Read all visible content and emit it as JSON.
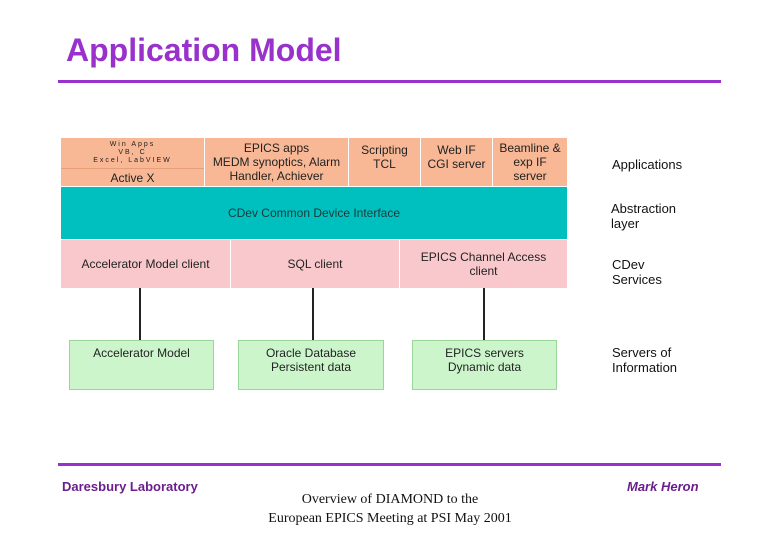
{
  "header": {
    "title": "Application Model"
  },
  "apps": {
    "winapps": {
      "line1": "Win Apps",
      "line2": "VB, C",
      "line3": "Excel, LabVIEW",
      "activex": "Active X"
    },
    "epics": {
      "line1": "EPICS apps",
      "line2": "MEDM synoptics, Alarm",
      "line3": "Handler, Achiever"
    },
    "scripting": {
      "line1": "Scripting",
      "line2": "TCL"
    },
    "webif": {
      "line1": "Web IF",
      "line2": "CGI server"
    },
    "beamline": {
      "line1": "Beamline &",
      "line2": "exp IF",
      "line3": "server"
    }
  },
  "abstraction": {
    "label": "CDev Common Device Interface"
  },
  "clients": {
    "accelerator": "Accelerator Model client",
    "sql": "SQL client",
    "channel_access": {
      "line1": "EPICS Channel Access",
      "line2": "client"
    }
  },
  "servers": {
    "accelerator_model": "Accelerator Model",
    "oracle": {
      "line1": "Oracle Database",
      "line2": "Persistent data"
    },
    "epics_servers": {
      "line1": "EPICS servers",
      "line2": "Dynamic data"
    }
  },
  "layers": {
    "applications": "Applications",
    "abstraction": {
      "line1": "Abstraction",
      "line2": "layer"
    },
    "cdev": {
      "line1": "CDev",
      "line2": "Services"
    },
    "servers": {
      "line1": "Servers of",
      "line2": "Information"
    }
  },
  "footer": {
    "left": "Daresbury Laboratory",
    "center_line1": "Overview of DIAMOND to the",
    "center_line2": "European EPICS Meeting at PSI May 2001",
    "right": "Mark Heron"
  },
  "colors": {
    "title": "#9932CC",
    "peach": "#F8B896",
    "teal": "#00BFBF",
    "pink": "#F9C8CC",
    "green": "#CCF5CC"
  }
}
